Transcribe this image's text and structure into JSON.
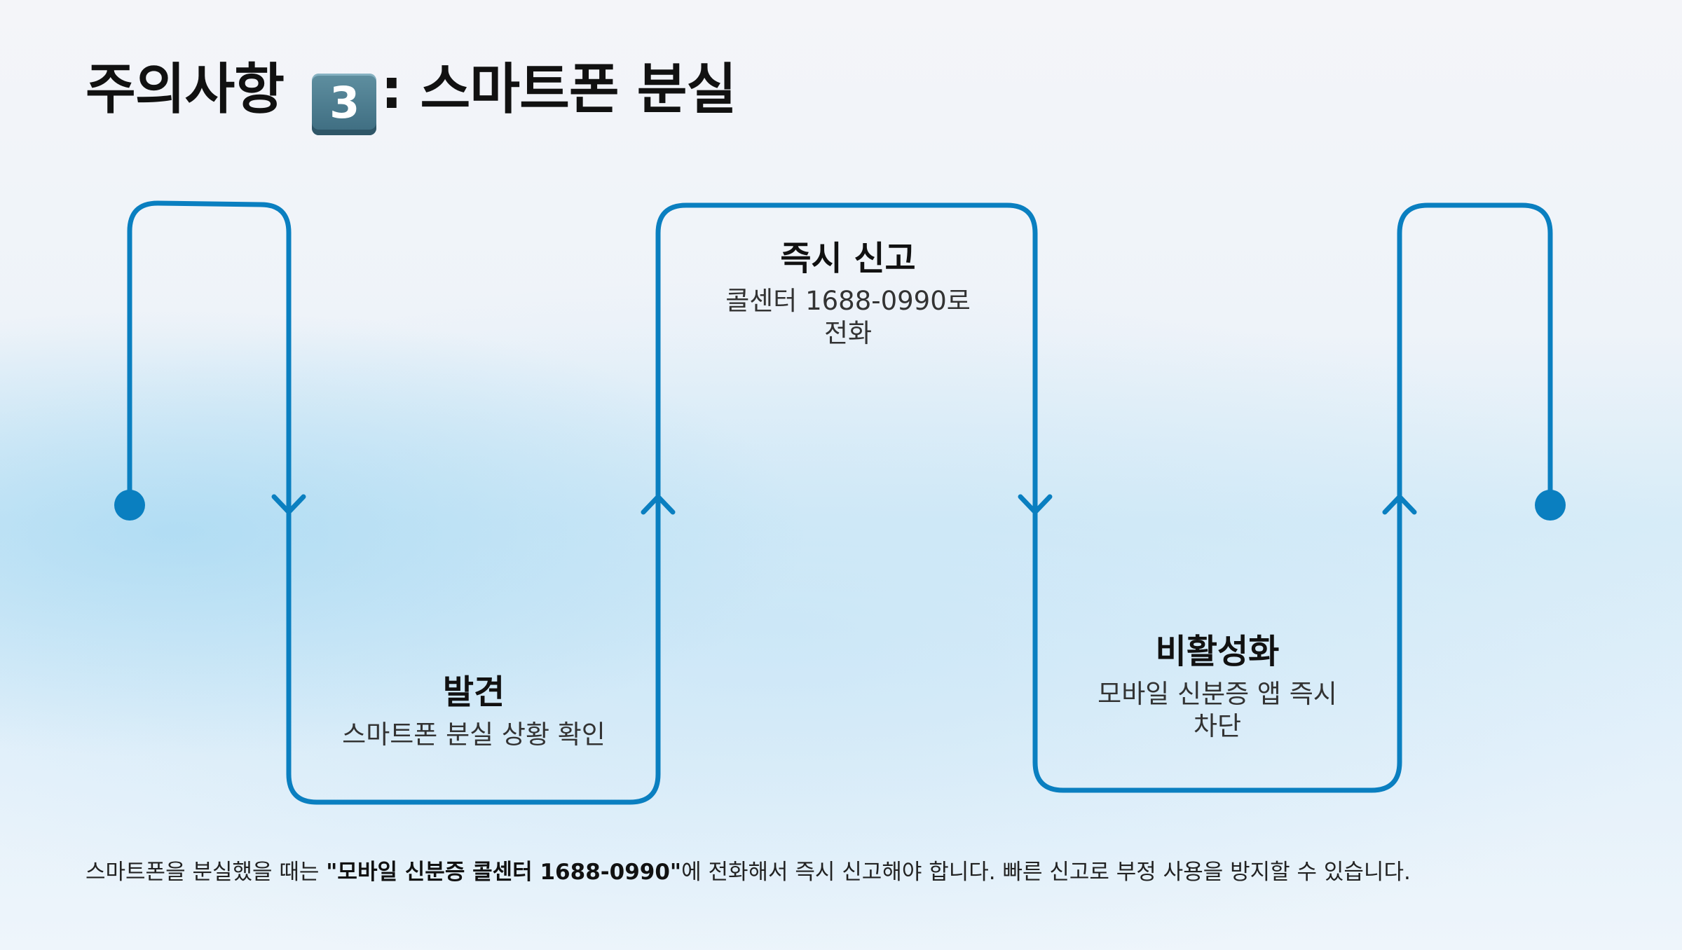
{
  "header": {
    "title_prefix": "주의사항",
    "title_number": "3",
    "title_suffix": ": 스마트폰 분실"
  },
  "diagram": {
    "line_color": "#0a7fc0",
    "steps": [
      {
        "title": "발견",
        "description": "스마트폰 분실 상황 확인"
      },
      {
        "title": "즉시 신고",
        "description_lines": [
          "콜센터 1688-0990로",
          "전화"
        ]
      },
      {
        "title": "비활성화",
        "description_lines": [
          "모바일 신분증 앱 즉시",
          "차단"
        ]
      }
    ]
  },
  "footer": {
    "text_before": "스마트폰을 분실했을 때는 ",
    "text_bold": "\"모바일 신분증 콜센터 1688-0990\"",
    "text_after": "에 전화해서 즉시 신고해야 합니다. 빠른 신고로 부정 사용을 방지할 수 있습니다."
  }
}
